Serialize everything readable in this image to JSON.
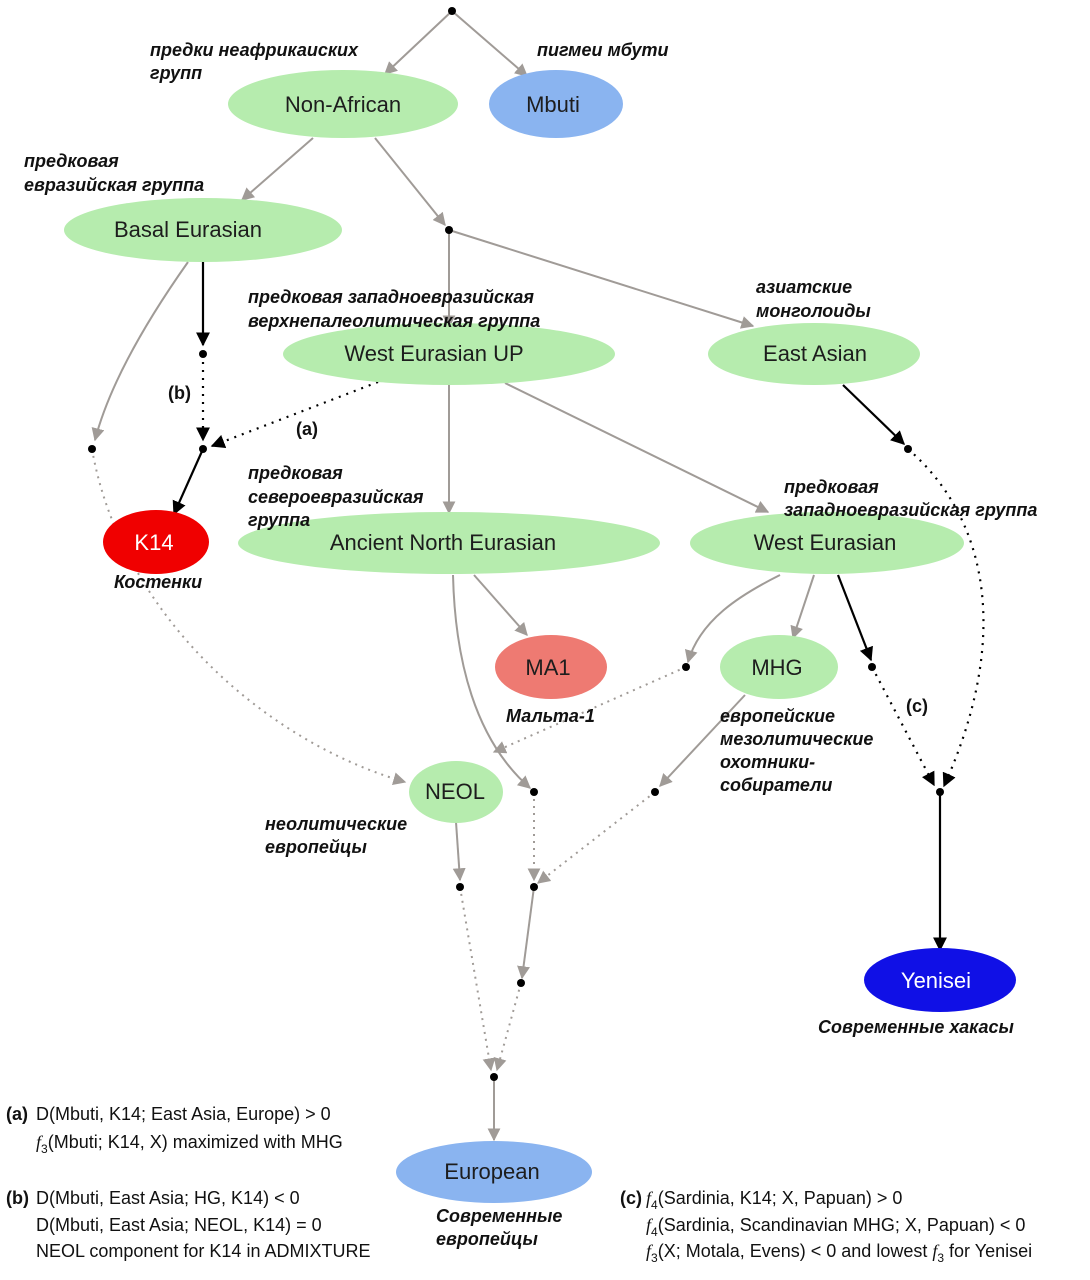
{
  "colors": {
    "green": "#b6ecae",
    "blue": "#8ab4f0",
    "dark_blue": "#1010e6",
    "red": "#f00000",
    "salmon": "#ee7a72",
    "gray_edge": "#a09b97",
    "black_edge": "#000000"
  },
  "nodes": {
    "non_african": "Non-African",
    "mbuti": "Mbuti",
    "basal_eurasian": "Basal Eurasian",
    "west_eurasian_up": "West Eurasian UP",
    "east_asian": "East Asian",
    "k14": "K14",
    "ancient_north_eurasian": "Ancient North Eurasian",
    "west_eurasian": "West Eurasian",
    "ma1": "MA1",
    "mhg": "MHG",
    "neol": "NEOL",
    "yenisei": "Yenisei",
    "european": "European"
  },
  "annotations": {
    "non_african_1": "предки неафрикаиских",
    "non_african_2": "групп",
    "mbuti": "пигмеи мбути",
    "basal_1": "предковая",
    "basal_2": "евразийская группа",
    "weup_1": "предковая западноевразийская",
    "weup_2": "верхнепалеолитическая группа",
    "east_asian_1": "азиатские",
    "east_asian_2": "монголоиды",
    "ane_1": "предковая",
    "ane_2": "североевразийская",
    "ane_3": "группа",
    "we_1": "предковая",
    "we_2": "западноевразийская группа",
    "k14": "Костенки",
    "ma1": "Мальта-1",
    "mhg_1": "европейские",
    "mhg_2": "мезолитические",
    "mhg_3": "охотники-",
    "mhg_4": "собиратели",
    "neol_1": "неолитические",
    "neol_2": "европейцы",
    "yenisei": "Современные хакасы",
    "european_1": "Современные",
    "european_2": "европейцы"
  },
  "edge_tags": {
    "a": "(a)",
    "b": "(b)",
    "c": "(c)"
  },
  "notes": {
    "a": {
      "tag": "(a)",
      "line1": "D(Mbuti, K14; East Asia, Europe) > 0",
      "line2_f": "f",
      "line2_sub": "3",
      "line2_rest": "(Mbuti; K14, X) maximized with MHG"
    },
    "b": {
      "tag": "(b)",
      "line1": "D(Mbuti, East Asia; HG, K14) < 0",
      "line2": "D(Mbuti, East Asia; NEOL, K14) = 0",
      "line3": "NEOL component for K14 in ADMIXTURE"
    },
    "c": {
      "tag": "(c)",
      "line1_f": "f",
      "line1_sub": "4",
      "line1_rest": "(Sardinia, K14; X, Papuan) > 0",
      "line2_f": "f",
      "line2_sub": "4",
      "line2_rest": "(Sardinia, Scandinavian MHG; X, Papuan) < 0",
      "line3_f": "f",
      "line3_sub": "3",
      "line3_mid": "(X; Motala, Evens) < 0 and lowest ",
      "line3_f2": "f",
      "line3_sub2": "3",
      "line3_rest": " for Yenisei"
    }
  }
}
